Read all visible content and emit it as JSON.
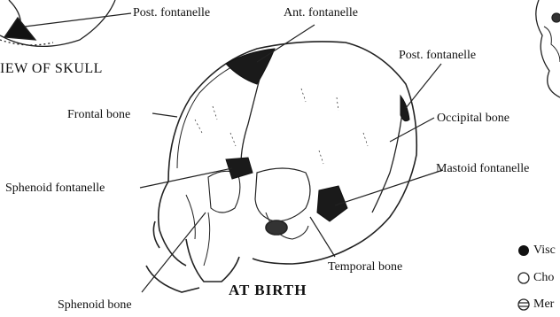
{
  "labels": {
    "post_fontanelle_top": "Post. fontanelle",
    "ant_fontanelle": "Ant. fontanelle",
    "view_of_skull": "IEW OF SKULL",
    "post_fontanelle_right": "Post. fontanelle",
    "frontal_bone": "Frontal bone",
    "occipital_bone": "Occipital bone",
    "mastoid_fontanelle": "Mastoid fontanelle",
    "sphenoid_fontanelle": "Sphenoid fontanelle",
    "temporal_bone": "Temporal bone",
    "at_birth": "AT BIRTH",
    "sphenoid_bone": "Sphenoid bone"
  },
  "legend": [
    {
      "text": "Visc",
      "icon": "filled-circle-icon"
    },
    {
      "text": "Cho",
      "icon": "open-circle-icon"
    },
    {
      "text": "Mer",
      "icon": "striped-circle-icon"
    }
  ]
}
